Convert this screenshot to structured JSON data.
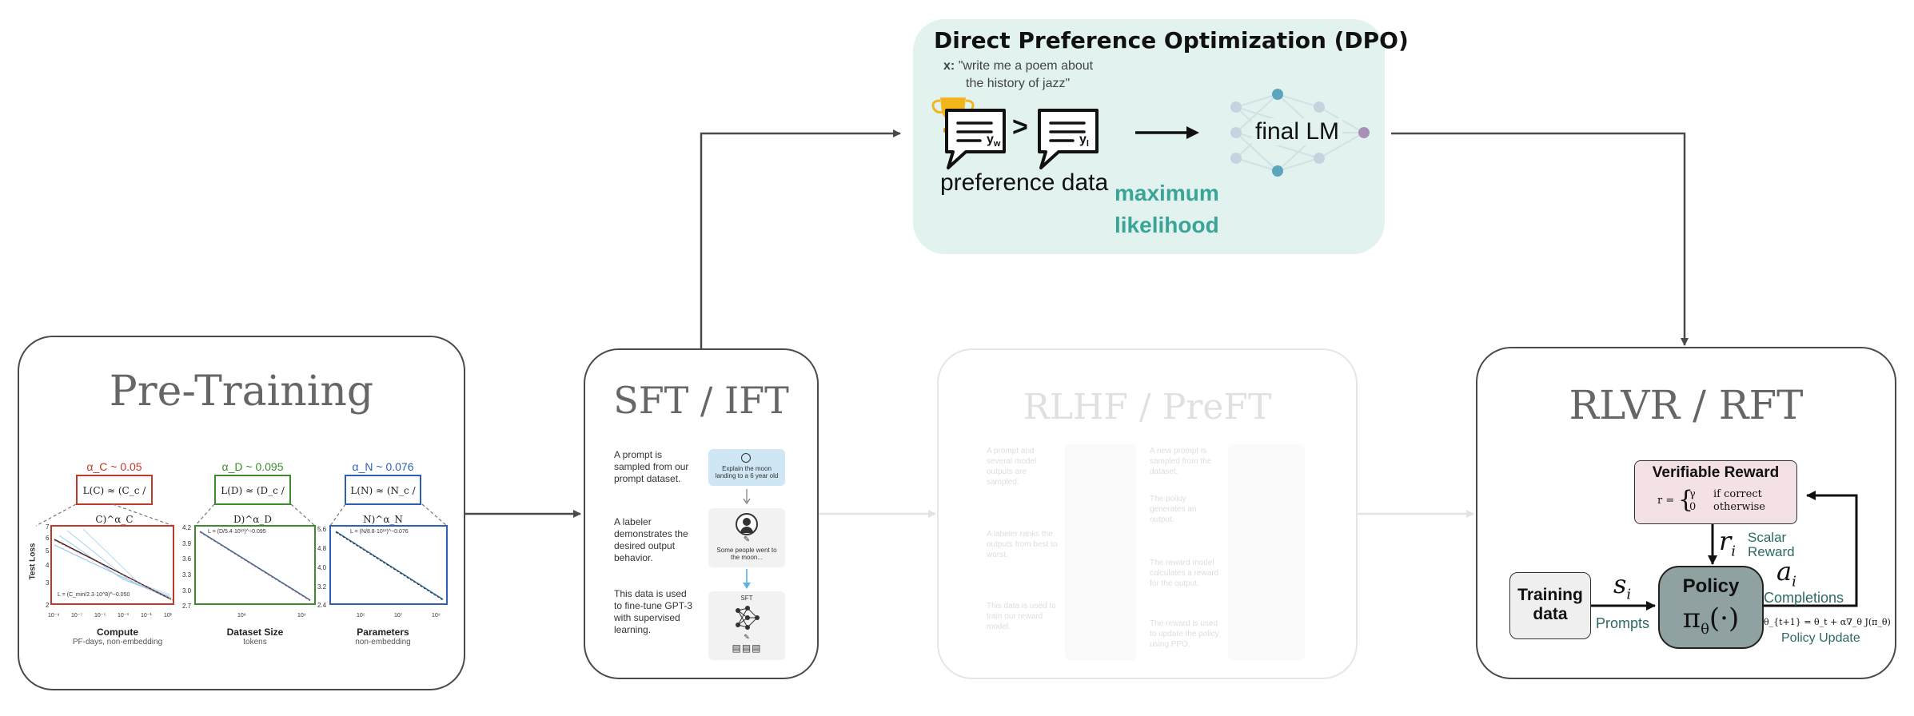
{
  "pretraining": {
    "title": "Pre-Training",
    "charts": [
      {
        "alpha": "α_C ~ 0.05",
        "formula": "L(C) ≈ (C_c / C)^α_C",
        "legend": "L = (C_min/2.3·10^8)^−0.050",
        "xlabel": "Compute",
        "xsub": "PF-days, non-embedding",
        "ylabel": "Test Loss",
        "yticks": [
          "7",
          "6",
          "5",
          "4",
          "3",
          "2"
        ],
        "xticks": [
          "10⁻⁹",
          "10⁻⁷",
          "10⁻⁵",
          "10⁻³",
          "10⁻¹",
          "10¹"
        ],
        "color": "#c0392b"
      },
      {
        "alpha": "α_D ~ 0.095",
        "formula": "L(D) ≈ (D_c / D)^α_D",
        "legend": "L = (D/5.4·10¹³)^−0.095",
        "xlabel": "Dataset Size",
        "xsub": "tokens",
        "yticks": [
          "4.2",
          "3.9",
          "3.6",
          "3.3",
          "3.0",
          "2.7"
        ],
        "xticks": [
          "10⁸",
          "10⁹"
        ],
        "color": "#3c8c2f"
      },
      {
        "alpha": "α_N ~ 0.076",
        "formula": "L(N) ≈ (N_c / N)^α_N",
        "legend": "L = (N/8.8·10¹³)^−0.076",
        "xlabel": "Parameters",
        "xsub": "non-embedding",
        "yticks": [
          "5.6",
          "4.8",
          "4.0",
          "3.2",
          "2.4"
        ],
        "xticks": [
          "10⁵",
          "10⁷",
          "10⁹"
        ],
        "color": "#2f5fb3"
      }
    ]
  },
  "sft": {
    "title": "SFT / IFT",
    "steps": [
      {
        "text": "A prompt is sampled from our prompt dataset.",
        "panel": "Explain the moon landing to a 6 year old"
      },
      {
        "text": "A labeler demonstrates the desired output behavior.",
        "panel": "Some people went to the moon..."
      },
      {
        "text": "This data is used to fine-tune GPT-3 with supervised learning.",
        "panel": "SFT"
      }
    ]
  },
  "rlhf": {
    "title": "RLHF / PreFT",
    "left_steps": [
      "A prompt and several model outputs are sampled.",
      "A labeler ranks the outputs from best to worst.",
      "This data is used to train our reward model."
    ],
    "right_steps": [
      "A new prompt is sampled from the dataset.",
      "The policy generates an output.",
      "The reward model calculates a reward for the output.",
      "The reward is used to update the policy using PPO."
    ]
  },
  "dpo": {
    "title": "Direct Preference Optimization (DPO)",
    "prompt_label": "x:",
    "prompt_line1": "\"write me a poem about",
    "prompt_line2": "the history of jazz\"",
    "winner_sub": "w",
    "loser_sub": "l",
    "gt": ">",
    "preference_label": "preference data",
    "ml_line1": "maximum",
    "ml_line2": "likelihood",
    "final_lm": "final LM"
  },
  "rlvr": {
    "title": "RLVR / RFT",
    "reward_title": "Verifiable Reward",
    "reward_lhs": "r =",
    "reward_case1_val": "γ",
    "reward_case1_cond": "if correct",
    "reward_case2_val": "0",
    "reward_case2_cond": "otherwise",
    "training_line1": "Training",
    "training_line2": "data",
    "s_label": "s",
    "s_sub": "i",
    "prompts": "Prompts",
    "policy_title": "Policy",
    "policy_formula": "π",
    "policy_sub": "θ",
    "policy_arg": "(·)",
    "r_label": "r",
    "r_sub": "i",
    "scalar1": "Scalar",
    "scalar2": "Reward",
    "a_label": "a",
    "a_sub": "i",
    "completions": "Completions",
    "update_formula": "θ_{t+1} = θ_t + α∇_θ J(π_θ)",
    "policy_update": "Policy Update"
  },
  "colors": {
    "dpo_bg": "#e1f2ef",
    "dpo_accent": "#3aa597",
    "reward_bg": "#f4e1e6",
    "policy_bg": "#8fa1a0",
    "rlvr_accent": "#2b6a62",
    "node_teal": "#5ba5bd",
    "node_purple": "#a891b7"
  }
}
